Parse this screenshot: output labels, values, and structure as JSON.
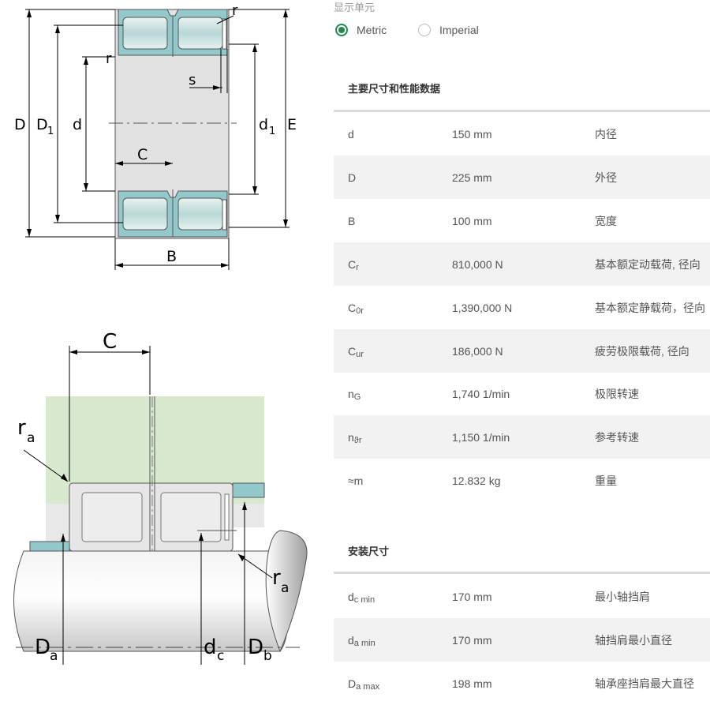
{
  "units": {
    "caption": "显示单元",
    "options": [
      {
        "label": "Metric",
        "selected": true
      },
      {
        "label": "Imperial",
        "selected": false
      }
    ]
  },
  "sections": [
    {
      "title": "主要尺寸和性能数据",
      "rows": [
        {
          "sym": "d",
          "sub": "",
          "value": "150 mm",
          "desc": "内径"
        },
        {
          "sym": "D",
          "sub": "",
          "value": "225 mm",
          "desc": "外径"
        },
        {
          "sym": "B",
          "sub": "",
          "value": "100 mm",
          "desc": "宽度"
        },
        {
          "sym": "C",
          "sub": "r",
          "value": "810,000 N",
          "desc": "基本额定动载荷, 径向"
        },
        {
          "sym": "C",
          "sub": "0r",
          "value": "1,390,000 N",
          "desc": "基本额定静载荷，径向"
        },
        {
          "sym": "C",
          "sub": "ur",
          "value": "186,000 N",
          "desc": "疲劳极限载荷, 径向"
        },
        {
          "sym": "n",
          "sub": "G",
          "value": "1,740 1/min",
          "desc": "极限转速"
        },
        {
          "sym": "n",
          "sub": "ϑr",
          "value": "1,150 1/min",
          "desc": "参考转速"
        },
        {
          "sym": "≈m",
          "sub": "",
          "value": "12.832 kg",
          "desc": "重量"
        }
      ]
    },
    {
      "title": "安装尺寸",
      "rows": [
        {
          "sym": "d",
          "sub": "c min",
          "value": "170 mm",
          "desc": "最小轴挡肩"
        },
        {
          "sym": "d",
          "sub": "a min",
          "value": "170 mm",
          "desc": "轴挡肩最小直径"
        },
        {
          "sym": "D",
          "sub": "a max",
          "value": "198 mm",
          "desc": "轴承座挡肩最大直径"
        }
      ]
    }
  ],
  "drawing_labels": {
    "D": "D",
    "D1": "D",
    "D1_sub": "1",
    "d": "d",
    "d1": "d",
    "d1_sub": "1",
    "E": "E",
    "r_top": "r",
    "r_left": "r",
    "s": "s",
    "C": "C",
    "B": "B",
    "C2": "C",
    "ra1": "r",
    "ra1_sub": "a",
    "ra2": "r",
    "ra2_sub": "a",
    "Da": "D",
    "Da_sub": "a",
    "dc": "d",
    "dc_sub": "c",
    "Db": "D",
    "Db_sub": "b"
  },
  "colors": {
    "accent": "#1f8a4c",
    "bearing_teal": "#93c9cb",
    "housing_green": "#d8e9cf",
    "stripe": "#f2f2f2"
  }
}
